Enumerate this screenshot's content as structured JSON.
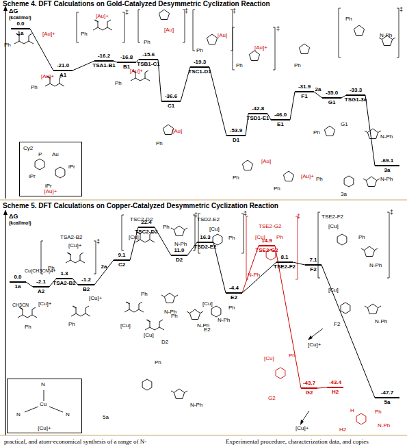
{
  "diagram": {
    "title": "Scheme 4. DFT Calculations on Gold-Catalyzed Desymmetric Cyclization Reaction",
    "nodes": [
      {
        "text": [
          "0.0",
          "1a"
        ]
      },
      {
        "text": [
          "-21.0",
          "A1"
        ]
      },
      {
        "text": [
          "-16.2",
          "TSA1-B1"
        ]
      },
      {
        "text": [
          "-16.8",
          "B1"
        ]
      },
      {
        "text": [
          "-15.6",
          "TSB1-C1"
        ]
      },
      {
        "text": [
          "-36.6",
          "C1"
        ]
      },
      {
        "text": [
          "-19.3",
          "TSC1-D1"
        ]
      },
      {
        "text": [
          "-53.9",
          "D1"
        ]
      },
      {
        "text": [
          "-42.8",
          "TSD1-E1"
        ]
      },
      {
        "text": [
          "-46.0",
          "E1"
        ]
      },
      {
        "text": [
          "-31.9",
          "F1"
        ]
      },
      {
        "text": [
          "-35.0",
          "G1"
        ]
      },
      {
        "text": [
          "-33.3",
          "TSG1-3a"
        ]
      },
      {
        "text": [
          "-69.1",
          "3a"
        ]
      },
      {
        "text": [
          "[Au]+"
        ]
      },
      {
        "text": [
          "0.0",
          "1a"
        ]
      },
      {
        "text": [
          "-2.1",
          "A2"
        ]
      },
      {
        "text": [
          "1.3",
          "TSA2-B2"
        ]
      },
      {
        "text": [
          "-1.2",
          "B2"
        ]
      },
      {
        "text": [
          "9.1",
          "C2"
        ]
      },
      {
        "text": [
          "22.4",
          "TSC2-D2"
        ]
      },
      {
        "text": [
          "11.0",
          "D2"
        ]
      },
      {
        "text": [
          "16.3",
          "TSD2-E2"
        ]
      },
      {
        "text": [
          "-4.4",
          "E2"
        ]
      },
      {
        "text": [
          "14.9",
          "TSE2-G2"
        ]
      },
      {
        "text": [
          "8.1",
          "TSE2-F2"
        ]
      },
      {
        "text": [
          "7.1",
          "F2"
        ]
      },
      {
        "text": [
          "-43.7",
          "G2"
        ]
      },
      {
        "text": [
          "-43.4",
          "H2"
        ]
      },
      {
        "text": [
          "-47.7",
          "5a"
        ]
      },
      {
        "text": [
          "[Cu]+"
        ]
      }
    ],
    "edges": [
      {
        "from": 0,
        "to": 1,
        "arrow": "none"
      },
      {
        "from": 1,
        "to": 2,
        "arrow": "none"
      },
      {
        "from": 2,
        "to": 3,
        "arrow": "none"
      },
      {
        "from": 3,
        "to": 4,
        "arrow": "none"
      },
      {
        "from": 4,
        "to": 5,
        "arrow": "none"
      },
      {
        "from": 5,
        "to": 6,
        "arrow": "none"
      },
      {
        "from": 6,
        "to": 7,
        "arrow": "none"
      },
      {
        "from": 7,
        "to": 8,
        "arrow": "none"
      },
      {
        "from": 8,
        "to": 9,
        "arrow": "none"
      },
      {
        "from": 9,
        "to": 10,
        "arrow": "none"
      },
      {
        "from": 10,
        "to": 11,
        "label": "2a",
        "arrow": "none"
      },
      {
        "from": 11,
        "to": 12,
        "arrow": "none"
      },
      {
        "from": 12,
        "to": 13,
        "arrow": "none"
      },
      {
        "from": 15,
        "to": 16,
        "arrow": "none"
      },
      {
        "from": 16,
        "to": 17,
        "arrow": "none"
      },
      {
        "from": 17,
        "to": 18,
        "arrow": "none"
      },
      {
        "from": 18,
        "to": 19,
        "label": "2a",
        "arrow": "none"
      },
      {
        "from": 19,
        "to": 20,
        "arrow": "none"
      },
      {
        "from": 20,
        "to": 21,
        "arrow": "none"
      },
      {
        "from": 21,
        "to": 22,
        "arrow": "none"
      },
      {
        "from": 22,
        "to": 23,
        "arrow": "none"
      },
      {
        "from": 23,
        "to": 25,
        "arrow": "none"
      },
      {
        "from": 25,
        "to": 26,
        "arrow": "none"
      },
      {
        "from": 26,
        "to": 29,
        "arrow": "none"
      },
      {
        "from": 23,
        "to": 24,
        "arrow": "none"
      },
      {
        "from": 24,
        "to": 27,
        "arrow": "none"
      },
      {
        "from": 27,
        "to": 28,
        "arrow": "none"
      }
    ],
    "labels": [
      "Scheme 5. DFT Calculations on Copper-Catalyzed Desymmetric Cyclization Reaction",
      "ΔG",
      "(kcal/mol)",
      "ΔG",
      "(kcal/mol)",
      "Ph",
      "[Au]+",
      "[Au]+",
      "Ph",
      "[Au]+",
      "Ph",
      "‡",
      "[Au]+",
      "Ph",
      "[Au]",
      "Ph",
      "‡",
      "[Au]",
      "Ph",
      "[Au]",
      "Ph",
      "‡",
      "[Au]+",
      "Ph",
      "‡",
      "[Au]",
      "Ph",
      "[Au]+",
      "Ph",
      "Ph",
      "Ph",
      "N-Ph",
      "‡",
      "G1",
      "Ph",
      "N-Ph",
      "3a",
      "Ph",
      "N-Ph",
      "Cy2",
      "P",
      "Au",
      "iPr",
      "iPr",
      "iPr",
      "TSA2-B2",
      "[Cu]+",
      "‡",
      "Ph",
      "Cu(CH3CN)4+",
      "CH3CN",
      "[Cu]+",
      "Ph",
      "[Cu]+",
      "Ph",
      "TSC2-D2",
      "[Cu]",
      "Ph",
      "N-Ph",
      "‡",
      "[Cu]",
      "Ph",
      "N-Ph",
      "D2",
      "[Cu]",
      "Ph",
      "N-Ph",
      "TSD2-E2",
      "[Cu]",
      "Ph",
      "‡",
      "[Cu]",
      "Ph",
      "N-Ph",
      "E2",
      "TSE2-G2",
      "[Cu]",
      "Ph",
      "N-Ph",
      "‡",
      "TSE2-F2",
      "[Cu]",
      "Ph",
      "N-Ph",
      "‡",
      "[Cu]",
      "F2",
      "N-Ph",
      "[Cu]+",
      "[Cu]",
      "Ph",
      "G2",
      "H",
      "Ph",
      "N-Ph",
      "H2",
      "[Cu]+",
      "Ph",
      "N-Ph",
      "5a",
      "N",
      "Cu",
      "N",
      "N",
      "practical, and atom-economical synthesis of a range of N-",
      "Experimental procedure, characterization data, and copies"
    ]
  }
}
